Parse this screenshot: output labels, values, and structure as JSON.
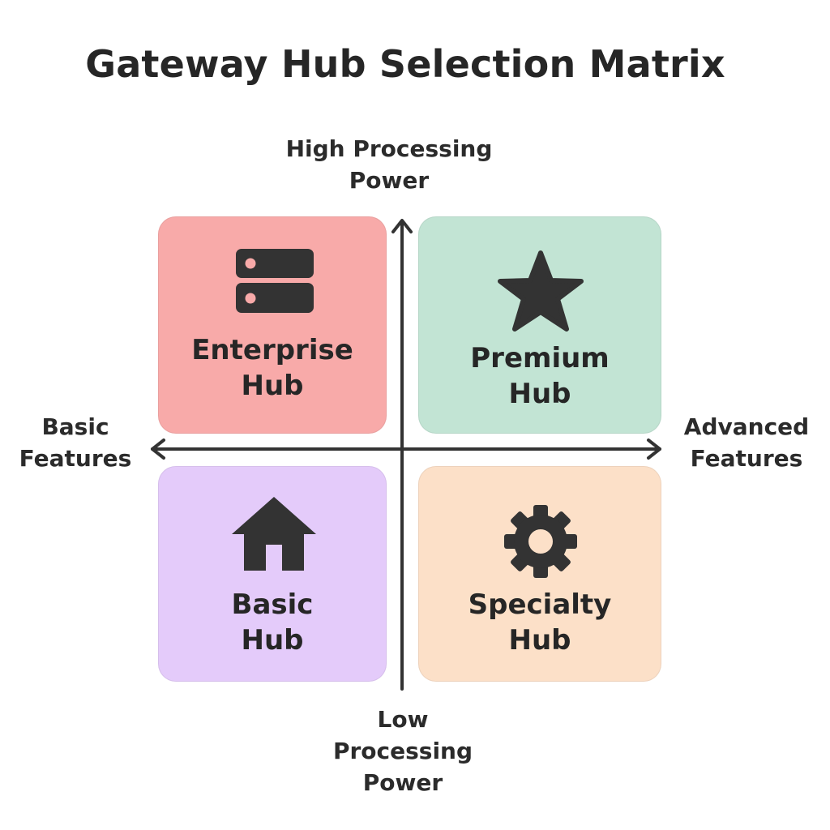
{
  "title": "Gateway Hub Selection Matrix",
  "axes": {
    "y_top": [
      "High Processing",
      "Power"
    ],
    "y_bottom": [
      "Low",
      "Processing",
      "Power"
    ],
    "x_left": [
      "Basic",
      "Features"
    ],
    "x_right": [
      "Advanced",
      "Features"
    ]
  },
  "quadrants": [
    {
      "id": "enterprise",
      "position": "top-left",
      "icon": "server-icon",
      "lines": [
        "Enterprise",
        "Hub"
      ],
      "color": "#f8aaa9"
    },
    {
      "id": "premium",
      "position": "top-right",
      "icon": "star-icon",
      "lines": [
        "Premium",
        "Hub"
      ],
      "color": "#c2e4d4"
    },
    {
      "id": "basic",
      "position": "bottom-left",
      "icon": "house-icon",
      "lines": [
        "Basic",
        "Hub"
      ],
      "color": "#e4cbfa"
    },
    {
      "id": "specialty",
      "position": "bottom-right",
      "icon": "gear-icon",
      "lines": [
        "Specialty",
        "Hub"
      ],
      "color": "#fce0c8"
    }
  ],
  "colors": {
    "icon": "#333333",
    "axis": "#333333",
    "text": "#262626"
  }
}
